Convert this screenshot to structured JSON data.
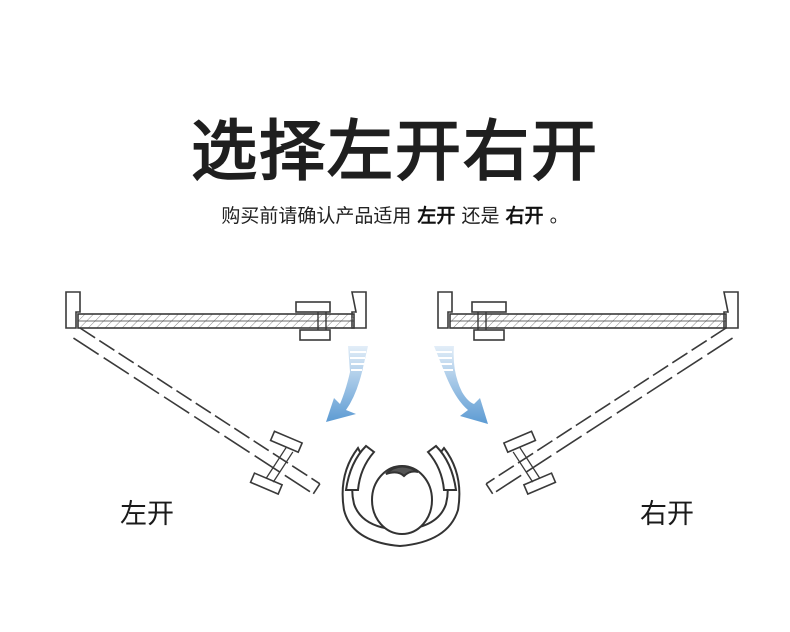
{
  "title": "选择左开右开",
  "subtitle": {
    "prefix": "购买前请确认产品适用",
    "left_option": "左开",
    "middle": "还是",
    "right_option": "右开",
    "suffix": "。"
  },
  "labels": {
    "left": "左开",
    "right": "右开"
  },
  "colors": {
    "text": "#1f1f1f",
    "line": "#444444",
    "arrow_blue": "#6fa6d6",
    "arrow_light": "#d3e5f3"
  }
}
